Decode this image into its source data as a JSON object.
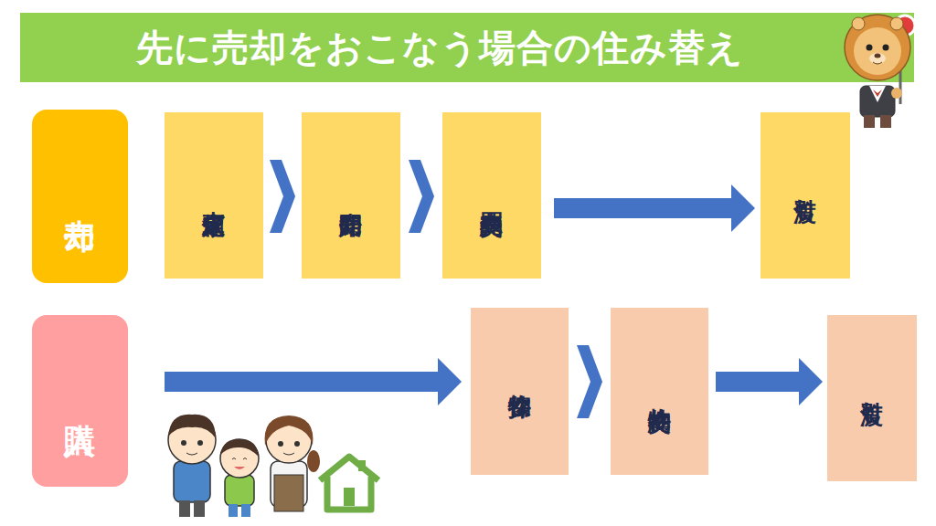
{
  "diagram": {
    "title": "先に売却をおこなう場合の住み替え",
    "nodes": [
      {
        "text": [
          "売却"
        ]
      },
      {
        "text": [
          "査定依頼"
        ]
      },
      {
        "text": [
          "売却開始"
        ]
      },
      {
        "text": [
          "売買契約"
        ]
      },
      {
        "text": [
          "引渡し"
        ]
      },
      {
        "text": [
          "購入"
        ]
      },
      {
        "text": [
          "物件探し"
        ]
      },
      {
        "text": [
          "物件契約"
        ]
      },
      {
        "text": [
          "引渡し"
        ]
      }
    ],
    "edges": [
      {
        "from": 1,
        "to": 2,
        "arrow": "to"
      },
      {
        "from": 2,
        "to": 3,
        "arrow": "to"
      },
      {
        "from": 3,
        "to": 4,
        "arrow": "to"
      },
      {
        "from": 5,
        "to": 6,
        "arrow": "to"
      },
      {
        "from": 6,
        "to": 7,
        "arrow": "to"
      },
      {
        "from": 7,
        "to": 8,
        "arrow": "to"
      }
    ]
  }
}
